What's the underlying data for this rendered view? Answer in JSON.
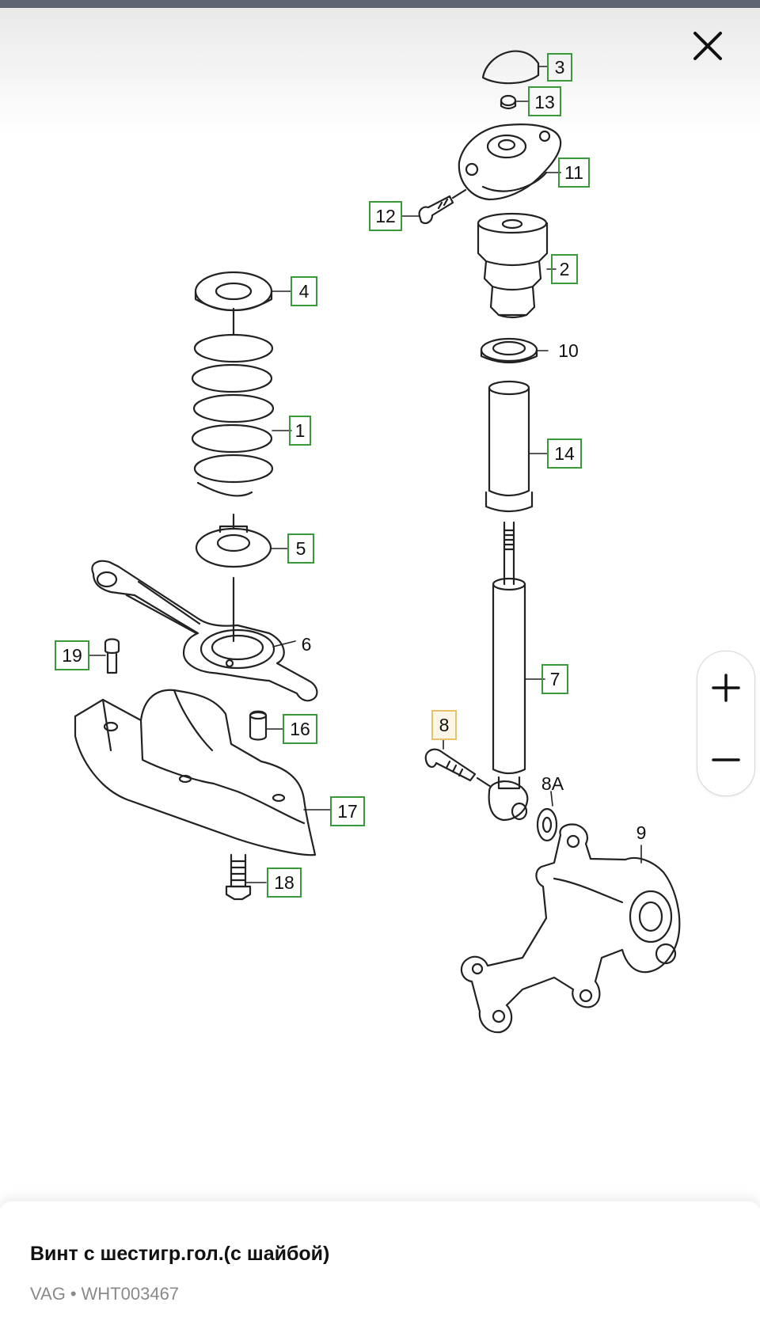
{
  "diagram": {
    "callouts": [
      "3",
      "13",
      "11",
      "12",
      "2",
      "10",
      "14",
      "4",
      "1",
      "5",
      "6",
      "7",
      "19",
      "16",
      "8",
      "17",
      "18",
      "8A",
      "9"
    ],
    "selected_callout": "8",
    "selected_color": "#e8c16a",
    "callout_border_color": "#3a9a3a"
  },
  "zoom": {
    "in_label": "+",
    "out_label": "−"
  },
  "part": {
    "name": "Винт с шестигр.гол.(с шайбой)",
    "brand": "VAG",
    "separator": "•",
    "number": "WHT003467"
  },
  "icons": {
    "close": "close-icon",
    "zoom_in": "plus-icon",
    "zoom_out": "minus-icon"
  }
}
